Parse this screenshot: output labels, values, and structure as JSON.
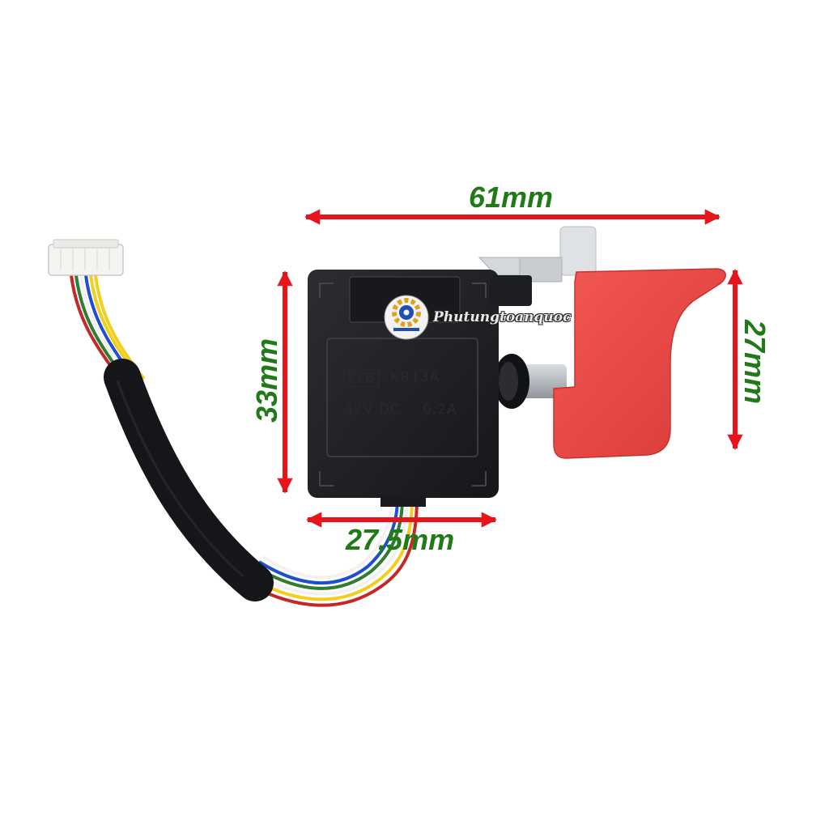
{
  "dimensions": {
    "width_label": "61mm",
    "height_label": "33mm",
    "trigger_height_label": "27mm",
    "base_width_label": "27,5mm"
  },
  "switch_markings": {
    "brand": "ZLB",
    "model": "KR13A",
    "voltage": "42V",
    "current_type": "DC",
    "current": "0.2A"
  },
  "watermark": {
    "text": "Phutungtoanquoc"
  },
  "colors": {
    "dimension_text": "#1f7a17",
    "arrow": "#e8141c",
    "switch_body": "#222326",
    "trigger": "#ec4c49"
  }
}
